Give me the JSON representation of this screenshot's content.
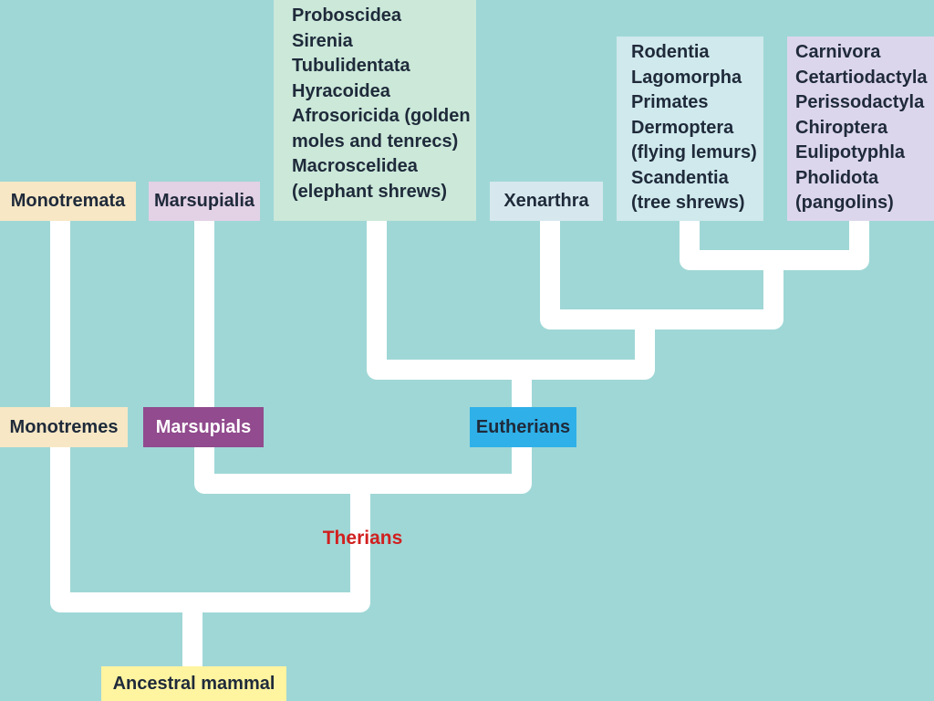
{
  "colors": {
    "background": "#9fd7d6",
    "branch": "#ffffff",
    "monotreme_group": "#f7e7c5",
    "marsupial_order": "#e3d1e6",
    "marsupial_group": "#914b8e",
    "afrotheria_box": "#cbe8d9",
    "xenarthra": "#d6e8ee",
    "euarchontoglires_box": "#cfe9ec",
    "laurasiatheria_box": "#dcd6ec",
    "eutherian_group": "#2fb0e8",
    "ancestor": "#fff4a0",
    "therians_text": "#d11f1f"
  },
  "labels": {
    "monotremata": "Monotremata",
    "marsupialia": "Marsupialia",
    "xenarthra": "Xenarthra",
    "monotremes": "Monotremes",
    "marsupials": "Marsupials",
    "eutherians": "Eutherians",
    "therians": "Therians",
    "ancestral_mammal": "Ancestral mammal"
  },
  "boxes": {
    "afrotheria": [
      "Proboscidea",
      "Sirenia",
      "Tubulidentata",
      "Hyracoidea",
      "Afrosoricida (golden",
      "moles and tenrecs)",
      "Macroscelidea",
      "(elephant shrews)"
    ],
    "euarchontoglires": [
      "Rodentia",
      "Lagomorpha",
      "Primates",
      "Dermoptera",
      "(flying lemurs)",
      "Scandentia",
      "(tree shrews)"
    ],
    "laurasiatheria": [
      "Carnivora",
      "Cetartiodactyla",
      "Perissodactyla",
      "Chiroptera",
      "Eulipotyphla",
      "Pholidota",
      "(pangolins)"
    ]
  }
}
